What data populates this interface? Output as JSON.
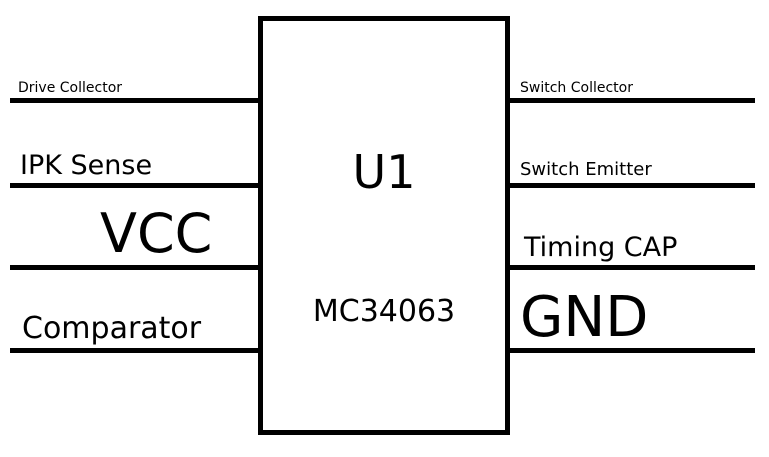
{
  "component": {
    "reference": "U1",
    "value": "MC34063"
  },
  "pins": {
    "left": [
      {
        "label": "Drive Collector"
      },
      {
        "label": "IPK Sense"
      },
      {
        "label": "VCC"
      },
      {
        "label": "Comparator"
      }
    ],
    "right": [
      {
        "label": "Switch Collector"
      },
      {
        "label": "Switch Emitter"
      },
      {
        "label": "Timing CAP"
      },
      {
        "label": "GND"
      }
    ]
  },
  "colors": {
    "line": "#000000",
    "background": "#ffffff",
    "text": "#000000"
  }
}
